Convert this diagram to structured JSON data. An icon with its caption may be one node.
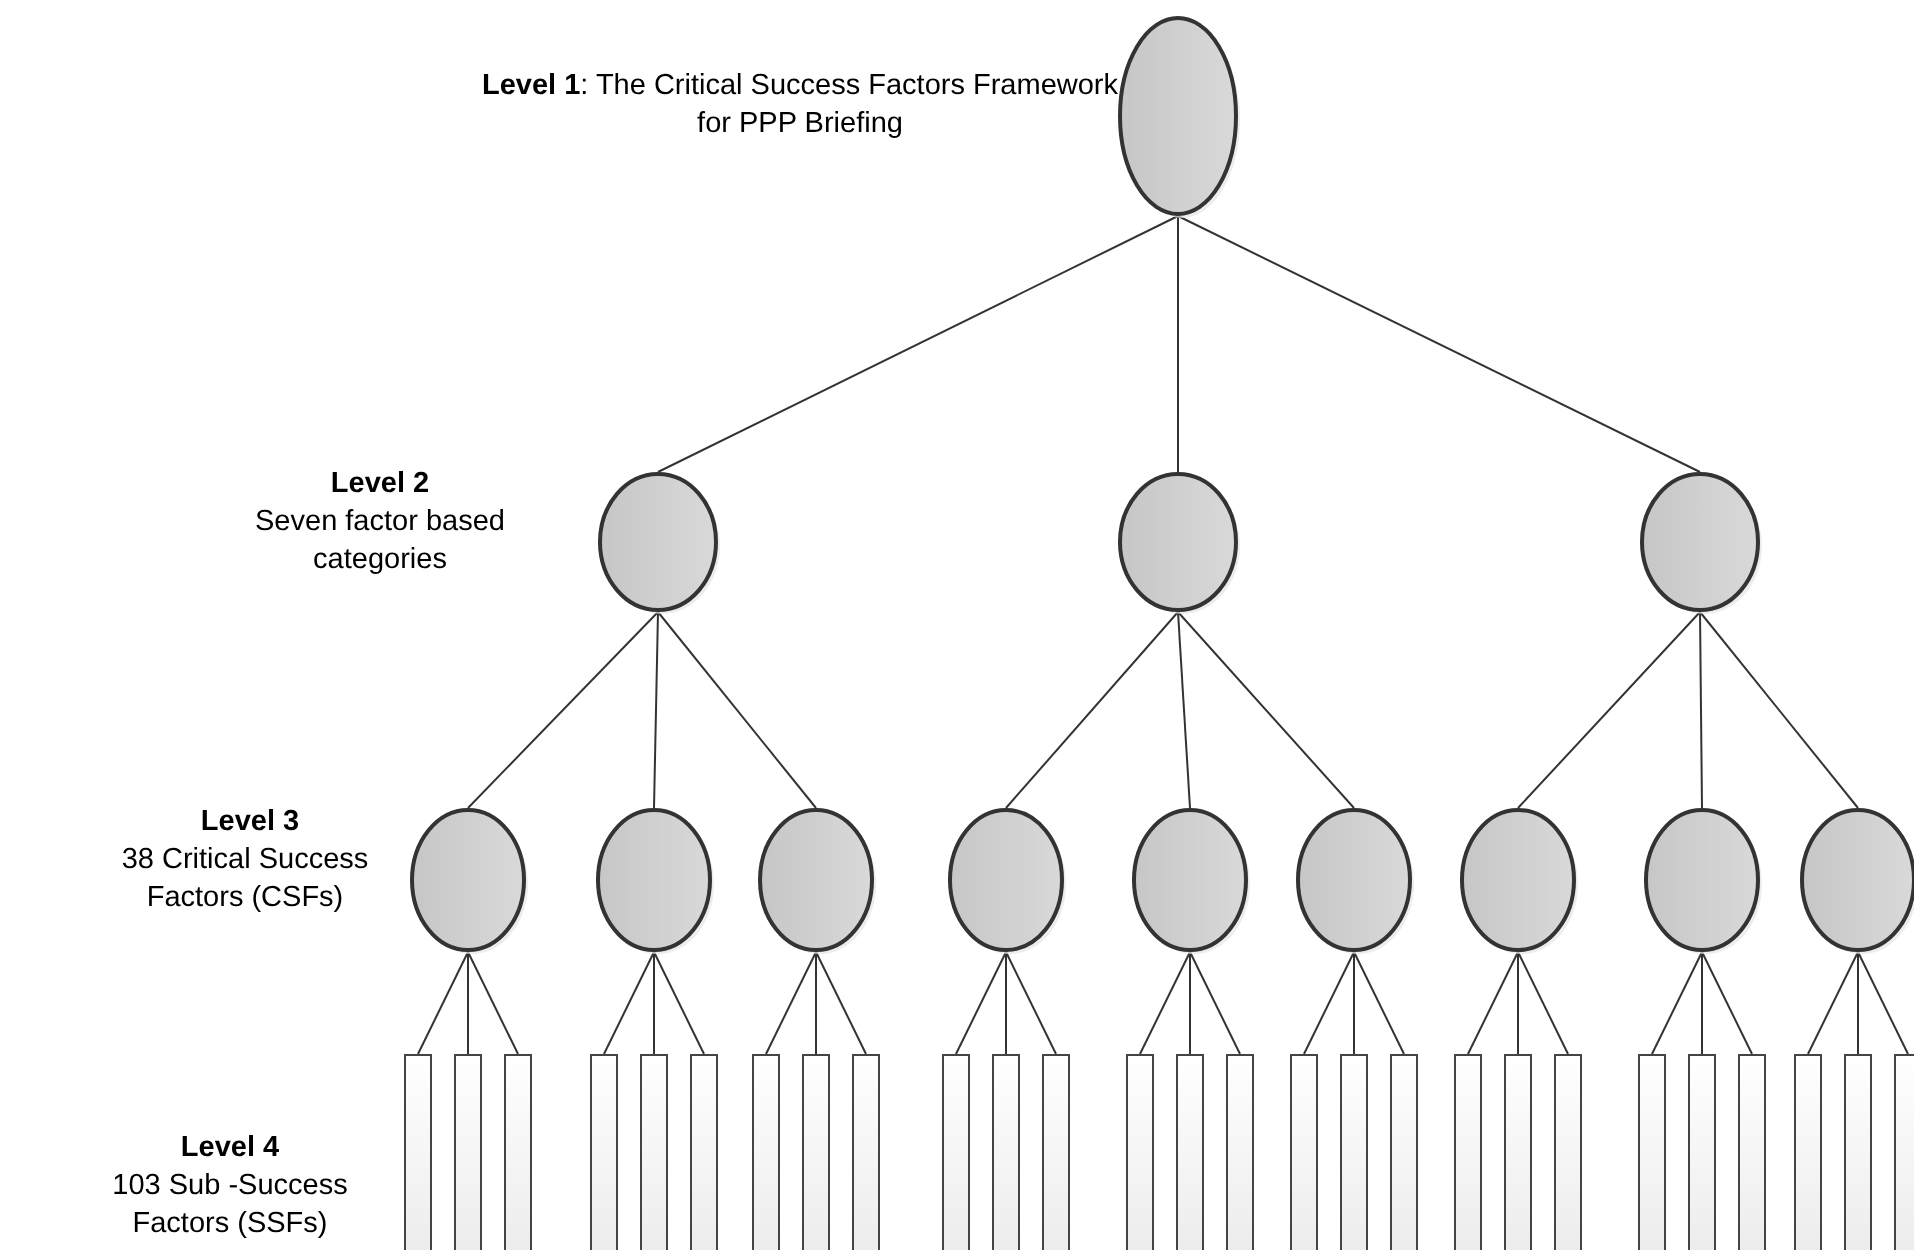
{
  "diagram": {
    "nodes": [
      {
        "text": [],
        "shape": "circle"
      },
      {
        "text": [],
        "shape": "circle"
      },
      {
        "text": [],
        "shape": "circle"
      },
      {
        "text": [],
        "shape": "circle"
      },
      {
        "text": [],
        "shape": "circle"
      },
      {
        "text": [],
        "shape": "circle"
      },
      {
        "text": [],
        "shape": "circle"
      },
      {
        "text": [],
        "shape": "circle"
      },
      {
        "text": [],
        "shape": "circle"
      },
      {
        "text": [],
        "shape": "circle"
      },
      {
        "text": [],
        "shape": "circle"
      },
      {
        "text": [],
        "shape": "circle"
      },
      {
        "text": [],
        "shape": "circle"
      },
      {
        "text": [],
        "shape": "bar"
      },
      {
        "text": [],
        "shape": "bar"
      },
      {
        "text": [],
        "shape": "bar"
      },
      {
        "text": [],
        "shape": "bar"
      },
      {
        "text": [],
        "shape": "bar"
      },
      {
        "text": [],
        "shape": "bar"
      },
      {
        "text": [],
        "shape": "bar"
      },
      {
        "text": [],
        "shape": "bar"
      },
      {
        "text": [],
        "shape": "bar"
      },
      {
        "text": [],
        "shape": "bar"
      },
      {
        "text": [],
        "shape": "bar"
      },
      {
        "text": [],
        "shape": "bar"
      },
      {
        "text": [],
        "shape": "bar"
      },
      {
        "text": [],
        "shape": "bar"
      },
      {
        "text": [],
        "shape": "bar"
      },
      {
        "text": [],
        "shape": "bar"
      },
      {
        "text": [],
        "shape": "bar"
      },
      {
        "text": [],
        "shape": "bar"
      },
      {
        "text": [],
        "shape": "bar"
      },
      {
        "text": [],
        "shape": "bar"
      },
      {
        "text": [],
        "shape": "bar"
      },
      {
        "text": [],
        "shape": "bar"
      },
      {
        "text": [],
        "shape": "bar"
      },
      {
        "text": [],
        "shape": "bar"
      },
      {
        "text": [],
        "shape": "bar"
      },
      {
        "text": [],
        "shape": "bar"
      },
      {
        "text": [],
        "shape": "bar"
      }
    ],
    "edges": [
      {
        "from": 0,
        "to": 1,
        "arrow": "none"
      },
      {
        "from": 0,
        "to": 2,
        "arrow": "none"
      },
      {
        "from": 0,
        "to": 3,
        "arrow": "none"
      },
      {
        "from": 1,
        "to": 4,
        "arrow": "none"
      },
      {
        "from": 1,
        "to": 5,
        "arrow": "none"
      },
      {
        "from": 1,
        "to": 6,
        "arrow": "none"
      },
      {
        "from": 2,
        "to": 7,
        "arrow": "none"
      },
      {
        "from": 2,
        "to": 8,
        "arrow": "none"
      },
      {
        "from": 2,
        "to": 9,
        "arrow": "none"
      },
      {
        "from": 3,
        "to": 10,
        "arrow": "none"
      },
      {
        "from": 3,
        "to": 11,
        "arrow": "none"
      },
      {
        "from": 3,
        "to": 12,
        "arrow": "none"
      },
      {
        "from": 4,
        "to": 13,
        "arrow": "none"
      },
      {
        "from": 4,
        "to": 14,
        "arrow": "none"
      },
      {
        "from": 4,
        "to": 15,
        "arrow": "none"
      },
      {
        "from": 5,
        "to": 16,
        "arrow": "none"
      },
      {
        "from": 5,
        "to": 17,
        "arrow": "none"
      },
      {
        "from": 5,
        "to": 18,
        "arrow": "none"
      },
      {
        "from": 6,
        "to": 19,
        "arrow": "none"
      },
      {
        "from": 6,
        "to": 20,
        "arrow": "none"
      },
      {
        "from": 6,
        "to": 21,
        "arrow": "none"
      },
      {
        "from": 7,
        "to": 22,
        "arrow": "none"
      },
      {
        "from": 7,
        "to": 23,
        "arrow": "none"
      },
      {
        "from": 7,
        "to": 24,
        "arrow": "none"
      },
      {
        "from": 8,
        "to": 25,
        "arrow": "none"
      },
      {
        "from": 8,
        "to": 26,
        "arrow": "none"
      },
      {
        "from": 8,
        "to": 27,
        "arrow": "none"
      },
      {
        "from": 9,
        "to": 28,
        "arrow": "none"
      },
      {
        "from": 9,
        "to": 29,
        "arrow": "none"
      },
      {
        "from": 9,
        "to": 30,
        "arrow": "none"
      },
      {
        "from": 10,
        "to": 31,
        "arrow": "none"
      },
      {
        "from": 10,
        "to": 32,
        "arrow": "none"
      },
      {
        "from": 10,
        "to": 33,
        "arrow": "none"
      },
      {
        "from": 11,
        "to": 34,
        "arrow": "none"
      },
      {
        "from": 11,
        "to": 35,
        "arrow": "none"
      },
      {
        "from": 11,
        "to": 36,
        "arrow": "none"
      },
      {
        "from": 12,
        "to": 37,
        "arrow": "none"
      },
      {
        "from": 12,
        "to": 38,
        "arrow": "none"
      },
      {
        "from": 12,
        "to": 39,
        "arrow": "none"
      }
    ],
    "labels": [
      "**Level 1**: The Critical Success Factors Framework for PPP Briefing",
      "Level 2",
      "Seven factor based categories",
      "Level 3",
      "38 Critical Success Factors (CSFs)",
      "Level 4",
      "103 Sub -Success Factors (SSFs)"
    ]
  }
}
